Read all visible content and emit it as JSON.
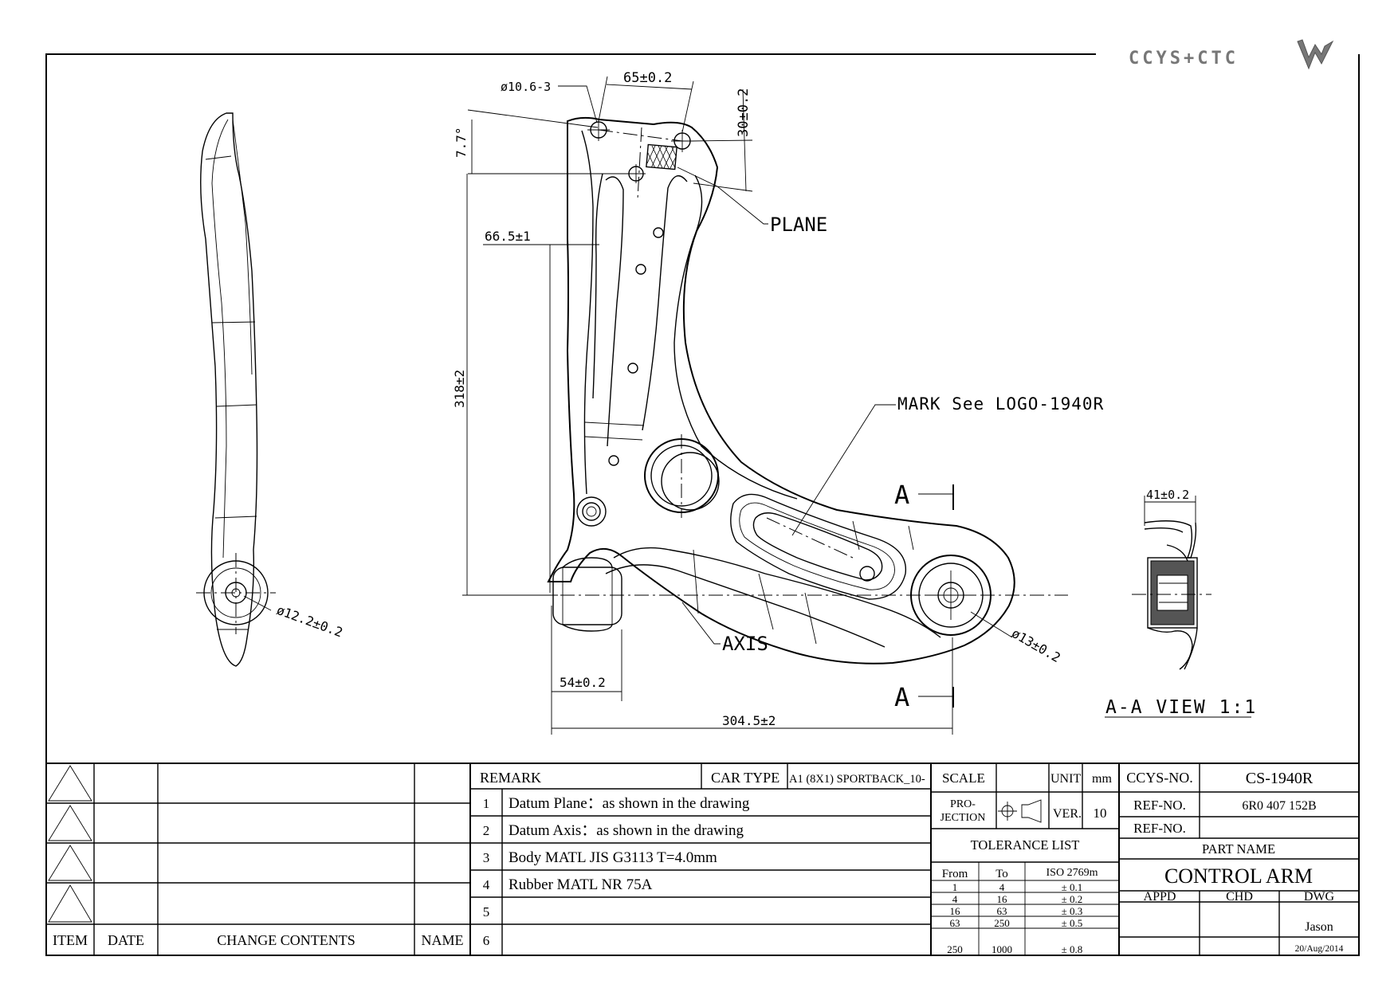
{
  "logo": {
    "text": "CCYS+CTC"
  },
  "dimensions": {
    "hole_dia": "ø10.6-3",
    "d65": "65±0.2",
    "d30": "30±0.2",
    "angle": "7.7°",
    "d66": "66.5±1",
    "d318": "318±2",
    "d12": "ø12.2±0.2",
    "d13": "ø13±0.2",
    "d54": "54±0.2",
    "d304": "304.5±2",
    "d41": "41±0.2"
  },
  "labels": {
    "plane": "PLANE",
    "mark": "MARK See LOGO-1940R",
    "axis": "AXIS",
    "section": "A",
    "view": "A-A VIEW 1:1"
  },
  "revision_table": {
    "headers": [
      "ITEM",
      "DATE",
      "CHANGE CONTENTS",
      "NAME"
    ]
  },
  "remarks": {
    "title": "REMARK",
    "car_type_label": "CAR TYPE",
    "car_type_value": "A1 (8X1) SPORTBACK_10-",
    "items": [
      {
        "num": "1",
        "text": "Datum Plane：as shown in the drawing"
      },
      {
        "num": "2",
        "text": "Datum Axis：as shown in the drawing"
      },
      {
        "num": "3",
        "text": "Body MATL JIS G3113 T=4.0mm"
      },
      {
        "num": "4",
        "text": "Rubber MATL NR 75A"
      },
      {
        "num": "5",
        "text": ""
      },
      {
        "num": "6",
        "text": ""
      }
    ]
  },
  "spec": {
    "scale_label": "SCALE",
    "unit_label": "UNIT",
    "unit_value": "mm",
    "projection_label_1": "PRO-",
    "projection_label_2": "JECTION",
    "ver_label": "VER.",
    "ver_value": "10",
    "tolerance_title": "TOLERANCE LIST",
    "tol_headers": [
      "From",
      "To",
      "ISO 2769m"
    ],
    "tolerances": [
      {
        "from": "1",
        "to": "4",
        "tol": "± 0.1"
      },
      {
        "from": "4",
        "to": "16",
        "tol": "± 0.2"
      },
      {
        "from": "16",
        "to": "63",
        "tol": "± 0.3"
      },
      {
        "from": "63",
        "to": "250",
        "tol": "± 0.5"
      },
      {
        "from": "250",
        "to": "1000",
        "tol": "± 0.8"
      }
    ]
  },
  "title_block": {
    "ccys_label": "CCYS-NO.",
    "ccys_value": "CS-1940R",
    "ref1_label": "REF-NO.",
    "ref1_value": "6R0 407 152B",
    "ref2_label": "REF-NO.",
    "ref2_value": "",
    "part_name_label": "PART NAME",
    "part_name": "CONTROL ARM",
    "appd": "APPD",
    "chd": "CHD",
    "dwg": "DWG",
    "drawer": "Jason",
    "date": "20/Aug/2014"
  }
}
